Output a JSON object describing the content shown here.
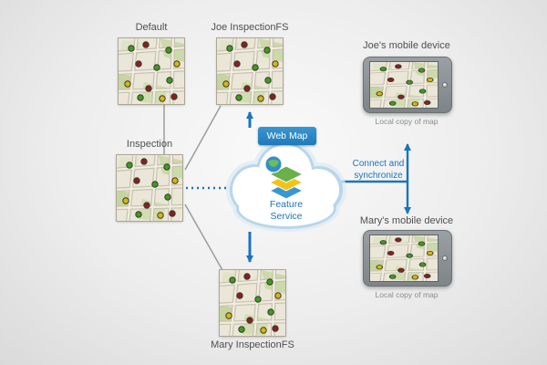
{
  "nodes": {
    "default": "Default",
    "joe_fs": "Joe InspectionFS",
    "inspection": "Inspection",
    "mary_fs": "Mary InspectionFS"
  },
  "cloud": {
    "badge": "Web Map",
    "service": "Feature Service"
  },
  "sync": {
    "label": "Connect and synchronize"
  },
  "devices": {
    "joe": {
      "title": "Joe's mobile device",
      "caption": "Local copy of map"
    },
    "mary": {
      "title": "Mary's mobile device",
      "caption": "Local copy of map"
    }
  },
  "colors": {
    "accent_blue": "#1b75bb",
    "badge_blue": "#2c89c7",
    "connector_gray": "#9c9c9c",
    "marker_green": "#3f9b1c",
    "marker_red": "#8a1f1f",
    "marker_yellow": "#d8b70b"
  }
}
